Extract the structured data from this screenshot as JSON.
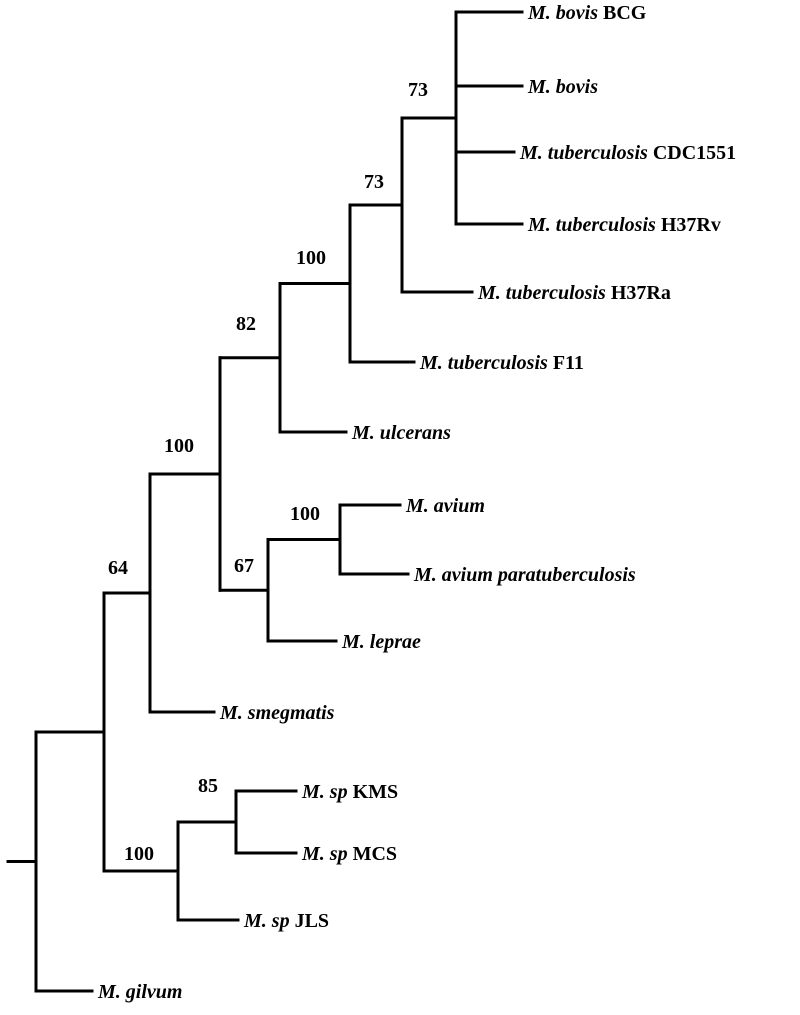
{
  "tree": {
    "taxa": [
      {
        "id": "bovis_bcg",
        "genus": "M. bovis",
        "strain": "BCG"
      },
      {
        "id": "bovis",
        "genus": "M. bovis",
        "strain": ""
      },
      {
        "id": "tb_cdc1551",
        "genus": "M. tuberculosis",
        "strain": "CDC1551"
      },
      {
        "id": "tb_h37rv",
        "genus": "M. tuberculosis",
        "strain": "H37Rv"
      },
      {
        "id": "tb_h37ra",
        "genus": "M. tuberculosis",
        "strain": "H37Ra"
      },
      {
        "id": "tb_f11",
        "genus": "M. tuberculosis",
        "strain": "F11"
      },
      {
        "id": "ulcerans",
        "genus": "M. ulcerans",
        "strain": ""
      },
      {
        "id": "avium",
        "genus": "M. avium",
        "strain": ""
      },
      {
        "id": "avium_para",
        "genus": "M. avium paratuberculosis",
        "strain": ""
      },
      {
        "id": "leprae",
        "genus": "M. leprae",
        "strain": ""
      },
      {
        "id": "smegmatis",
        "genus": "M. smegmatis",
        "strain": ""
      },
      {
        "id": "sp_kms",
        "genus": "M. sp",
        "strain": "KMS"
      },
      {
        "id": "sp_mcs",
        "genus": "M. sp",
        "strain": "MCS"
      },
      {
        "id": "sp_jls",
        "genus": "M. sp",
        "strain": "JLS"
      },
      {
        "id": "gilvum",
        "genus": "M. gilvum",
        "strain": ""
      }
    ],
    "nodes": [
      {
        "id": "n_bovis_group",
        "support": "73",
        "children": [
          "bovis_bcg",
          "bovis",
          "tb_cdc1551",
          "tb_h37rv"
        ]
      },
      {
        "id": "n_h37ra",
        "support": "73",
        "children": [
          "n_bovis_group",
          "tb_h37ra"
        ]
      },
      {
        "id": "n_f11",
        "support": "100",
        "children": [
          "n_h37ra",
          "tb_f11"
        ]
      },
      {
        "id": "n_ulcerans",
        "support": "82",
        "children": [
          "n_f11",
          "ulcerans"
        ]
      },
      {
        "id": "n_avium",
        "support": "100",
        "children": [
          "avium",
          "avium_para"
        ]
      },
      {
        "id": "n_leprae",
        "support": "67",
        "children": [
          "n_avium",
          "leprae"
        ]
      },
      {
        "id": "n_main",
        "support": "100",
        "children": [
          "n_ulcerans",
          "n_leprae"
        ]
      },
      {
        "id": "n_smeg",
        "support": "64",
        "children": [
          "n_main",
          "smegmatis"
        ]
      },
      {
        "id": "n_kms_mcs",
        "support": "85",
        "children": [
          "sp_kms",
          "sp_mcs"
        ]
      },
      {
        "id": "n_jls",
        "support": "100",
        "children": [
          "n_kms_mcs",
          "sp_jls"
        ]
      },
      {
        "id": "n_ingroup",
        "support": "",
        "children": [
          "n_smeg",
          "n_jls"
        ]
      },
      {
        "id": "n_root",
        "support": "",
        "children": [
          "n_ingroup",
          "gilvum"
        ]
      }
    ]
  }
}
